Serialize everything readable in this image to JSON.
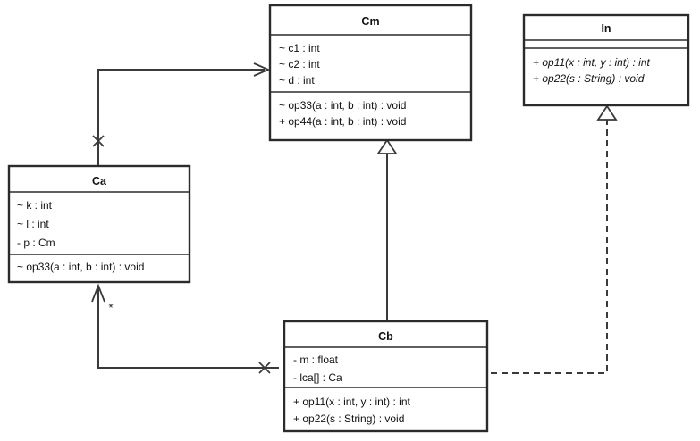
{
  "diagram": {
    "kind": "uml-class-diagram",
    "background": "#ffffff",
    "line_color": "#3a3a3a",
    "box_stroke": "#2b2b2b",
    "classes": [
      {
        "id": "Cm",
        "name": "Cm",
        "attributes": [
          "~ c1 : int",
          "~ c2 : int",
          "~ d : int"
        ],
        "operations": [
          "~ op33(a : int, b : int) : void",
          "+ op44(a : int, b : int) : void"
        ],
        "italic": false
      },
      {
        "id": "In",
        "name": "In",
        "attributes": [],
        "operations": [
          "+ op11(x : int, y : int) : int",
          "+ op22(s : String) : void"
        ],
        "italic": true
      },
      {
        "id": "Ca",
        "name": "Ca",
        "attributes": [
          "~ k : int",
          "~ l : int",
          "- p : Cm"
        ],
        "operations": [
          "~ op33(a : int, b : int) : void"
        ],
        "italic": false
      },
      {
        "id": "Cb",
        "name": "Cb",
        "attributes": [
          "- m : float",
          "- lca[] : Ca"
        ],
        "operations": [
          "+ op11(x : int, y : int) : int",
          "+ op22(s : String) : void"
        ],
        "italic": false
      }
    ],
    "relationships": [
      {
        "id": "ca-to-cm",
        "type": "association",
        "from": "Ca",
        "to": "Cm",
        "arrowhead": "open",
        "source_marker": "x-non-navigable",
        "multiplicity": ""
      },
      {
        "id": "cb-to-ca",
        "type": "association",
        "from": "Cb",
        "to": "Ca",
        "arrowhead": "open",
        "source_marker": "x-non-navigable",
        "multiplicity": "*"
      },
      {
        "id": "cb-to-cm",
        "type": "generalization",
        "from": "Cb",
        "to": "Cm",
        "arrowhead": "hollow-triangle",
        "source_marker": "",
        "multiplicity": ""
      },
      {
        "id": "cb-to-in",
        "type": "realization",
        "from": "Cb",
        "to": "In",
        "arrowhead": "hollow-triangle",
        "source_marker": "",
        "multiplicity": ""
      }
    ]
  }
}
